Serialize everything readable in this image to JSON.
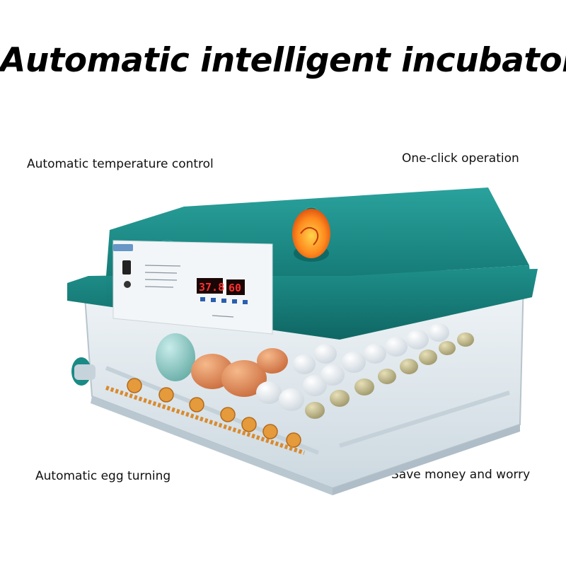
{
  "title": "Automatic intelligent incubator",
  "features": {
    "temperature": "Automatic temperature control",
    "operation": "One-click operation",
    "turning": "Automatic egg turning",
    "save": "Save money and worry"
  },
  "display": {
    "temperature": "37.8",
    "humidity": "60"
  },
  "colors": {
    "lid": "#1a8a86",
    "lid_dark": "#0f6b68",
    "base": "#dfe7ec",
    "lcd_red": "#ff3030",
    "egg_orange": "#e2864d",
    "egg_blue": "#8fc9c4",
    "gear": "#e59a3b"
  },
  "icons": [
    "power-switch-icon",
    "candling-egg-icon",
    "egg-icon",
    "quail-egg-icon",
    "gear-icon"
  ]
}
